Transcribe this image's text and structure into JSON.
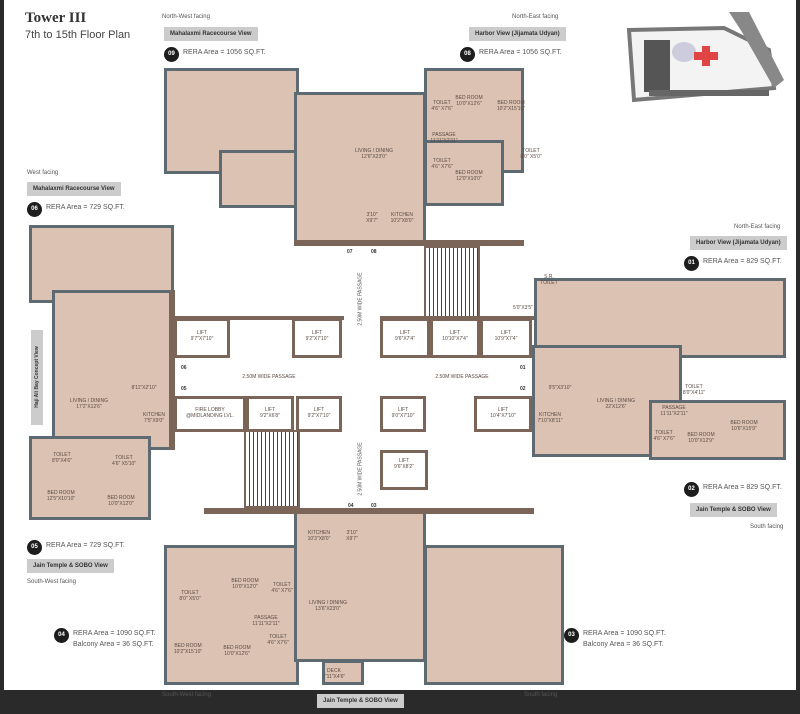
{
  "header": {
    "title": "Tower III",
    "subtitle": "7th to 15th Floor Plan"
  },
  "units": [
    {
      "no": "09",
      "facing": "North-West facing",
      "view": "Mahalaxmi Racecourse View",
      "rera": "RERA Area = 1056 SQ.FT."
    },
    {
      "no": "08",
      "facing": "North-East facing",
      "view": "Harbor View (Jijamata Udyan)",
      "rera": "RERA Area = 1056 SQ.FT."
    },
    {
      "no": "06",
      "facing": "West facing",
      "view": "Mahalaxmi Racecourse View",
      "rera": "RERA Area = 729 SQ.FT."
    },
    {
      "no": "01",
      "facing": "North-East facing",
      "view": "Harbor View (Jijamata Udyan)",
      "rera": "RERA Area = 829 SQ.FT."
    },
    {
      "no": "02",
      "facing": "South facing",
      "view": "Jain Temple & SOBO View",
      "rera": "RERA Area = 829 SQ.FT."
    },
    {
      "no": "05",
      "facing": "South-West facing",
      "view": "Jain Temple & SOBO View",
      "rera": "RERA Area = 729 SQ.FT."
    },
    {
      "no": "04",
      "facing": "South-West facing",
      "view": "Jain Temple & SOBO View",
      "rera": "RERA Area = 1090 SQ.FT.",
      "balcony": "Balcony Area = 36 SQ.FT."
    },
    {
      "no": "03",
      "facing": "South facing",
      "rera": "RERA Area = 1090 SQ.FT.",
      "balcony": "Balcony Area = 36 SQ.FT."
    }
  ],
  "side_view": "Haji Ali Bay Concept View",
  "rooms": [
    [
      "LIVING / DINING",
      "12'6\"X23'0\""
    ],
    [
      "KITCHEN",
      "10'2\"X8'0\""
    ],
    [
      "3'10\"",
      "X9'7\""
    ],
    [
      "TOILET",
      "4'6\" X7'6\""
    ],
    [
      "BED ROOM",
      "10'0\"X12'6\""
    ],
    [
      "BED ROOM",
      "10'2\"X15'10\""
    ],
    [
      "PASSAGE",
      "11'11\"X2'11\""
    ],
    [
      "TOILET",
      "4'6\" X7'6\""
    ],
    [
      "BED ROOM",
      "12'0\"X10'0\""
    ],
    [
      "TOILET",
      "8'0\" X5'0\""
    ],
    [
      "LIVING / DINING",
      "17'2\"X12'6\""
    ],
    [
      "KITCHEN",
      "7'5\"X9'0\""
    ],
    [
      "8'11\"X2'10\"",
      ""
    ],
    [
      "TOILET",
      "8'0\"X4'6\""
    ],
    [
      "TOILET",
      "4'6\" X5'10\""
    ],
    [
      "BED ROOM",
      "12'5\"X10'10\""
    ],
    [
      "BED ROOM",
      "10'0\"X12'0\""
    ],
    [
      "9'5\"X3'10\"",
      ""
    ],
    [
      "LIVING / DINING",
      "22'X12'6\""
    ],
    [
      "KITCHEN",
      "7'10\"X8'11\""
    ],
    [
      "TOILET",
      "8'0\"X4'11\""
    ],
    [
      "PASSAGE",
      "11'11\"X2'11\""
    ],
    [
      "TOILET",
      "4'6\" X7'6\""
    ],
    [
      "BED ROOM",
      "10'0\"X12'9\""
    ],
    [
      "BED ROOM",
      "10'6\"X15'9\""
    ],
    [
      "KITCHEN",
      "10'3\"X8'0\""
    ],
    [
      "3'10\"",
      "X9'7\""
    ],
    [
      "BED ROOM",
      "10'0\"X12'0\""
    ],
    [
      "TOILET",
      "4'6\" X7'6\""
    ],
    [
      "TOILET",
      "8'0\" X5'0\""
    ],
    [
      "PASSAGE",
      "11'11\"X2'11\""
    ],
    [
      "LIVING / DINING",
      "13'6\"X23'0\""
    ],
    [
      "BED ROOM",
      "10'2\"X15'10\""
    ],
    [
      "BED ROOM",
      "10'0\"X12'6\""
    ],
    [
      "TOILET",
      "4'6\" X7'6\""
    ],
    [
      "DECK",
      "7'11\"X4'6\""
    ],
    [
      "S.R.",
      "TOILET"
    ],
    [
      "5'0\"X3'5\"",
      ""
    ]
  ],
  "core": {
    "lifts": [
      [
        "LIFT",
        "9'7\"X7'10\""
      ],
      [
        "LIFT",
        "9'2\"X7'10\""
      ],
      [
        "LIFT",
        "9'6\"X7'4\""
      ],
      [
        "LIFT",
        "10'10\"X7'4\""
      ],
      [
        "LIFT",
        "10'9\"X7'4\""
      ],
      [
        "LIFT",
        "9'2\"X6'8\""
      ],
      [
        "LIFT",
        "9'2\"X7'10\""
      ],
      [
        "LIFT",
        "9'0\"X7'10\""
      ],
      [
        "LIFT",
        "10'4\"X7'10\""
      ],
      [
        "LIFT",
        "9'6\"X8'2\""
      ]
    ],
    "fire_lobby": [
      "FIRE LOBBY",
      "@MIDLANDING LVL."
    ],
    "passage": "2.50M WIDE PASSAGE",
    "doors": [
      "07",
      "08",
      "06",
      "05",
      "01",
      "02",
      "04",
      "03"
    ]
  }
}
